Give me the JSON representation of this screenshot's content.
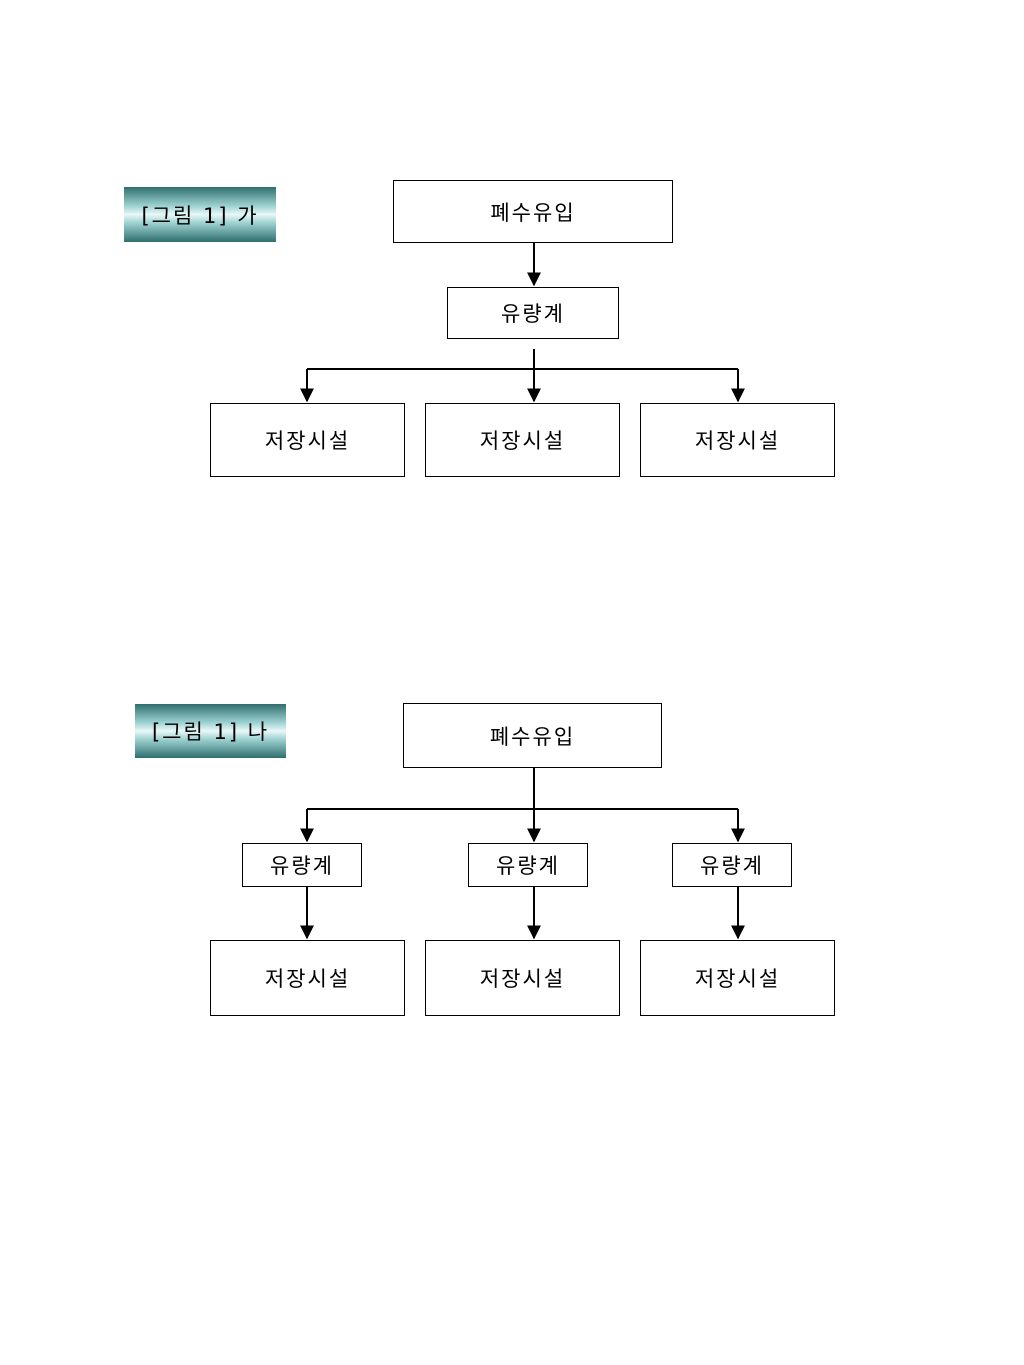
{
  "figures": [
    {
      "caption": "[그림 1] 가",
      "source": "폐수유입",
      "meter": "유량계",
      "storage": [
        "저장시설",
        "저장시설",
        "저장시설"
      ]
    },
    {
      "caption": "[그림 1] 나",
      "source": "폐수유입",
      "meters": [
        "유량계",
        "유량계",
        "유량계"
      ],
      "storage": [
        "저장시설",
        "저장시설",
        "저장시설"
      ]
    }
  ]
}
